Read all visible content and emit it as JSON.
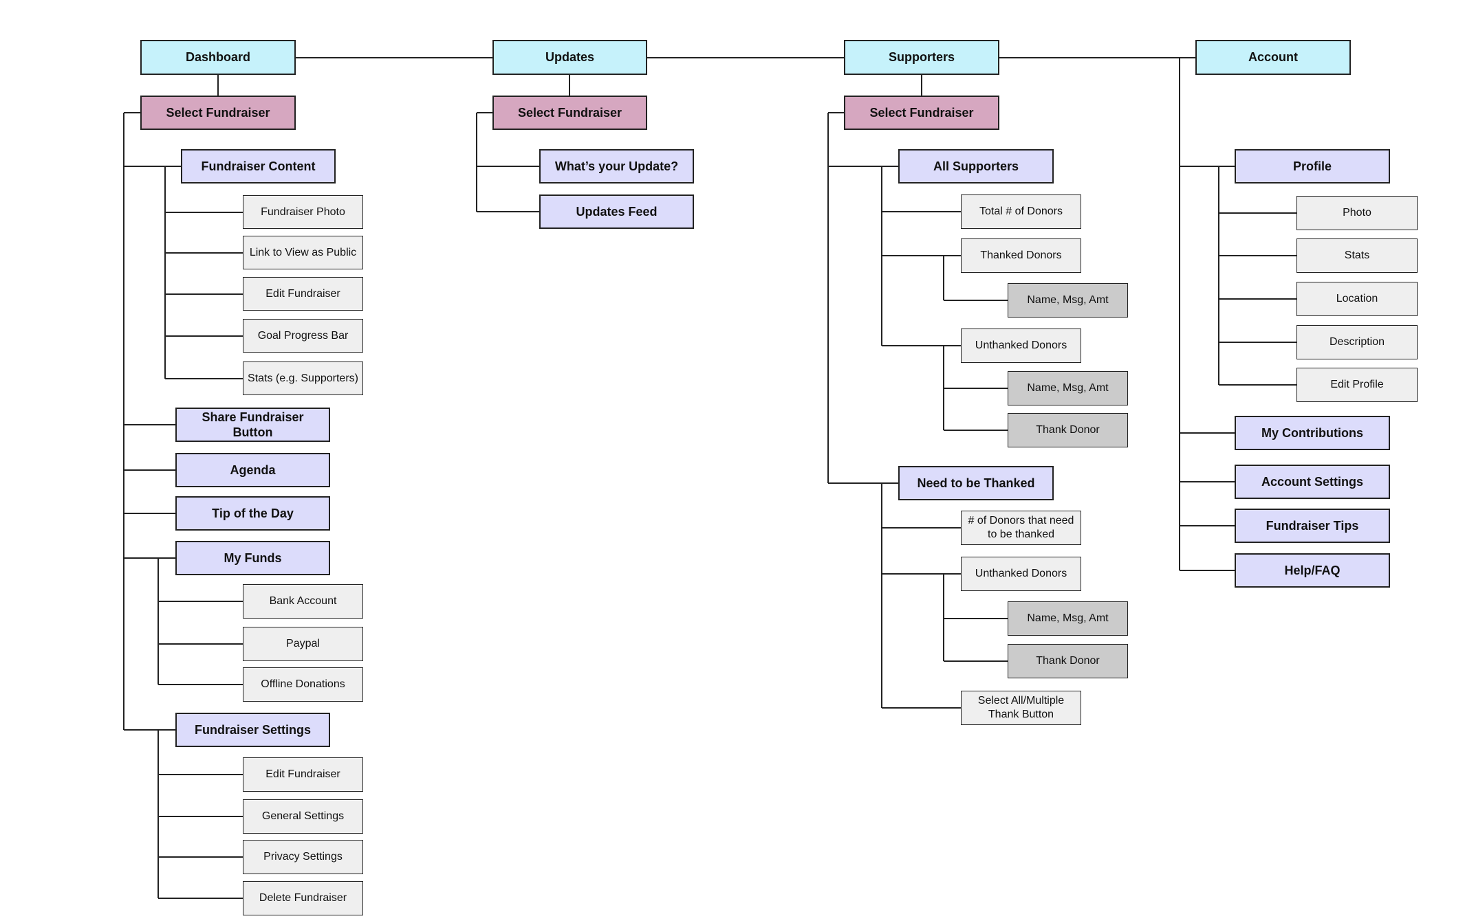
{
  "columns": [
    {
      "id": "dashboard",
      "label": "Dashboard",
      "select_label": "Select Fundraiser",
      "sections": [
        {
          "id": "fundraiser-content",
          "label": "Fundraiser Content",
          "items": [
            {
              "label": "Fundraiser Photo"
            },
            {
              "label": "Link to View as Public"
            },
            {
              "label": "Edit Fundraiser"
            },
            {
              "label": "Goal Progress Bar"
            },
            {
              "label": "Stats (e.g. Supporters)"
            }
          ]
        },
        {
          "id": "share-fundraiser-button",
          "label": "Share Fundraiser Button"
        },
        {
          "id": "agenda",
          "label": "Agenda"
        },
        {
          "id": "tip-of-the-day",
          "label": "Tip of the Day"
        },
        {
          "id": "my-funds",
          "label": "My Funds",
          "items": [
            {
              "label": "Bank Account"
            },
            {
              "label": "Paypal"
            },
            {
              "label": "Offline Donations"
            }
          ]
        },
        {
          "id": "fundraiser-settings",
          "label": "Fundraiser Settings",
          "items": [
            {
              "label": "Edit Fundraiser"
            },
            {
              "label": "General Settings"
            },
            {
              "label": "Privacy Settings"
            },
            {
              "label": "Delete Fundraiser"
            }
          ]
        }
      ]
    },
    {
      "id": "updates",
      "label": "Updates",
      "select_label": "Select Fundraiser",
      "sections": [
        {
          "id": "whats-your-update",
          "label": "What’s your Update?"
        },
        {
          "id": "updates-feed",
          "label": "Updates Feed"
        }
      ]
    },
    {
      "id": "supporters",
      "label": "Supporters",
      "select_label": "Select Fundraiser",
      "sections": [
        {
          "id": "all-supporters",
          "label": "All Supporters",
          "items": [
            {
              "label": "Total # of Donors"
            },
            {
              "label": "Thanked Donors",
              "children": [
                {
                  "label": "Name, Msg, Amt"
                }
              ]
            },
            {
              "label": "Unthanked Donors",
              "children": [
                {
                  "label": "Name, Msg, Amt"
                },
                {
                  "label": "Thank Donor"
                }
              ]
            }
          ]
        },
        {
          "id": "need-to-be-thanked",
          "label": "Need to be Thanked",
          "items": [
            {
              "label": "# of Donors that need to be thanked"
            },
            {
              "label": "Unthanked Donors",
              "children": [
                {
                  "label": "Name, Msg,  Amt"
                },
                {
                  "label": "Thank Donor"
                }
              ]
            },
            {
              "label": "Select All/Multiple Thank Button"
            }
          ]
        }
      ]
    },
    {
      "id": "account",
      "label": "Account",
      "sections": [
        {
          "id": "profile",
          "label": "Profile",
          "items": [
            {
              "label": "Photo"
            },
            {
              "label": "Stats"
            },
            {
              "label": "Location"
            },
            {
              "label": "Description"
            },
            {
              "label": "Edit Profile"
            }
          ]
        },
        {
          "id": "my-contributions",
          "label": "My Contributions"
        },
        {
          "id": "account-settings",
          "label": "Account Settings"
        },
        {
          "id": "fundraiser-tips",
          "label": "Fundraiser Tips"
        },
        {
          "id": "help-faq",
          "label": "Help/FAQ"
        }
      ]
    }
  ],
  "colors": {
    "top": "#c6f2fb",
    "select": "#d6a7c0",
    "section": "#dcdcfb",
    "leaf": "#efefef",
    "sub_leaf": "#cbcbcb",
    "line": "#222222"
  }
}
